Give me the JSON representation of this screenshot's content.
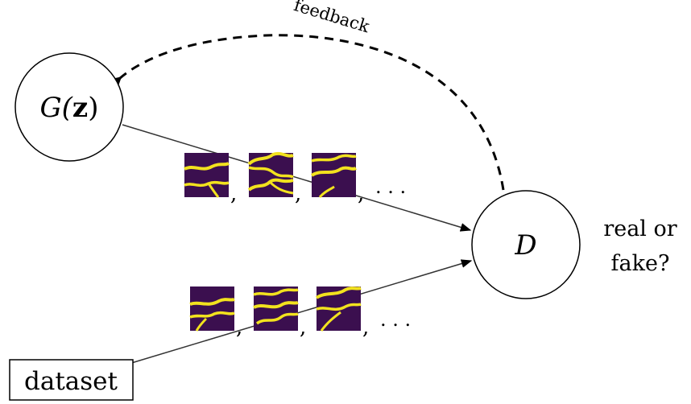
{
  "nodes": {
    "generator": {
      "label_main": "G(",
      "label_bold": "z",
      "label_close": ")"
    },
    "discriminator": {
      "label": "D"
    },
    "dataset": {
      "label": "dataset"
    }
  },
  "feedback": {
    "label": "feedback"
  },
  "output": {
    "line1": "real or",
    "line2": "fake?"
  },
  "samples": {
    "generated": {
      "ellipsis": ". . ."
    },
    "real": {
      "ellipsis": ". . ."
    },
    "separator": ","
  },
  "colors": {
    "background": "#3b0f4f",
    "crack": "#f2e21e",
    "stroke": "#000000"
  }
}
